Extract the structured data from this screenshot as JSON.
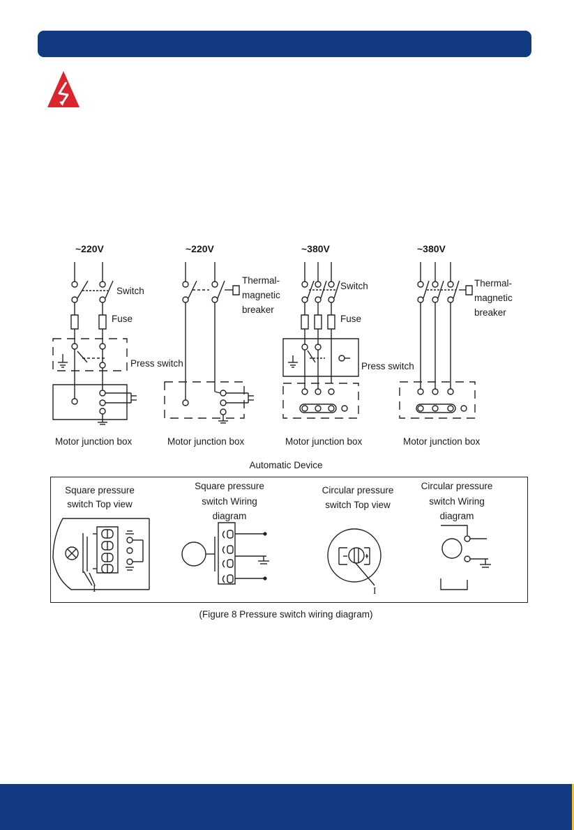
{
  "colors": {
    "header_bar": "#113a82",
    "footer_bar": "#113a82",
    "warning_red": "#d9252b"
  },
  "icons": {
    "warning": "electric-shock-warning-icon"
  },
  "circuits": [
    {
      "voltage": "~220V",
      "labels": [
        "Switch",
        "Fuse",
        "Press switch"
      ],
      "junction": "Motor junction box"
    },
    {
      "voltage": "~220V",
      "labels": [
        "Thermal-",
        "magnetic",
        "breaker"
      ],
      "junction": "Motor junction box"
    },
    {
      "voltage": "~380V",
      "labels": [
        "Switch",
        "Fuse",
        "Press switch"
      ],
      "junction": "Motor junction box"
    },
    {
      "voltage": "~380V",
      "labels": [
        "Thermal-",
        "magnetic",
        "breaker"
      ],
      "junction": "Motor junction box"
    }
  ],
  "automatic": {
    "title": "Automatic Device",
    "panels": [
      {
        "line1": "Square pressure",
        "line2": "switch Top view",
        "marker": "I"
      },
      {
        "line1": "Square pressure",
        "line2": "switch Wiring",
        "line3": "diagram"
      },
      {
        "line1": "Circular pressure",
        "line2": "switch Top view",
        "marker": "I"
      },
      {
        "line1": "Circular pressure",
        "line2": "switch Wiring",
        "line3": "diagram"
      }
    ]
  },
  "caption": "(Figure 8 Pressure switch wiring diagram)"
}
